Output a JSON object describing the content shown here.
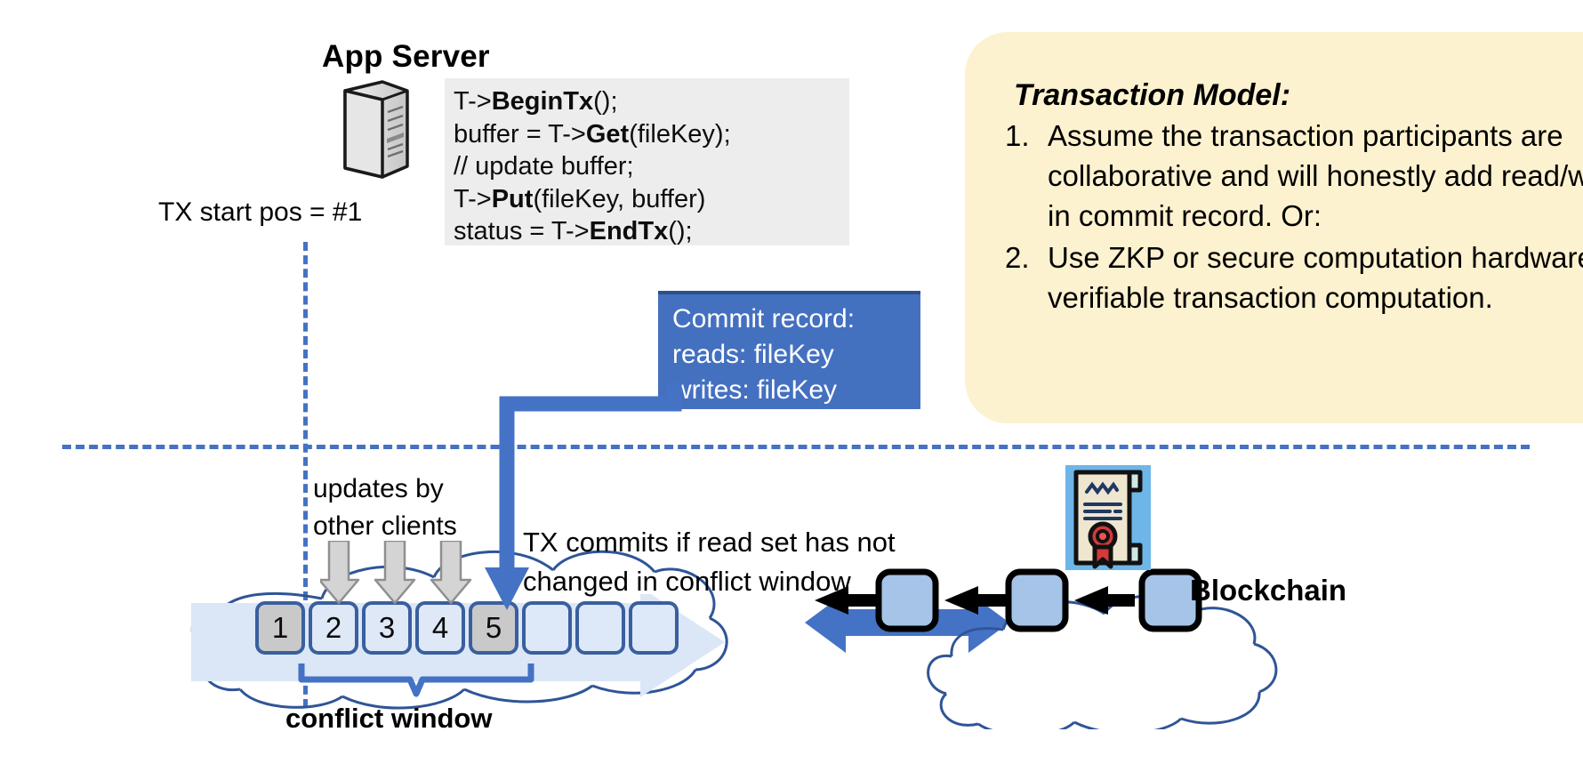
{
  "app_server": {
    "title": "App Server",
    "icon": "server-tower-icon",
    "code_lines": [
      {
        "pre": "T->",
        "bold": "BeginTx",
        "post": "();"
      },
      {
        "pre": "buffer = T->",
        "bold": "Get",
        "post": "(fileKey);"
      },
      {
        "pre": "// update buffer;",
        "bold": "",
        "post": ""
      },
      {
        "pre": "T->",
        "bold": "Put",
        "post": "(fileKey, buffer)"
      },
      {
        "pre": "status = T->",
        "bold": "EndTx",
        "post": "();"
      }
    ]
  },
  "commit_record": {
    "title": "Commit record:",
    "reads": "reads: fileKey",
    "writes": "writes: fileKey",
    "color": "#4470C0",
    "border_color": "#2D4F8A"
  },
  "note": {
    "title": "Transaction Model:",
    "background": "#FDF2CF",
    "items": [
      {
        "num": "1.",
        "text": "Assume the transaction participants are collaborative and will honestly add read/write set in commit record.  Or:"
      },
      {
        "num": "2.",
        "text": "Use ZKP or secure computation hardware for verifiable transaction computation."
      }
    ]
  },
  "labels": {
    "tx_start_pos": "TX start pos = #1",
    "updates_by_other_clients_line1": "updates by",
    "updates_by_other_clients_line2": "other clients",
    "tx_commits_line1": "TX commits if read set has not",
    "tx_commits_line2": "changed in conflict window",
    "conflict_window": "conflict window",
    "blockchain": "Blockchain"
  },
  "ledger": {
    "cells": [
      {
        "label": "1",
        "fill": "gray"
      },
      {
        "label": "2",
        "fill": "blue"
      },
      {
        "label": "3",
        "fill": "blue"
      },
      {
        "label": "4",
        "fill": "blue"
      },
      {
        "label": "5",
        "fill": "gray"
      },
      {
        "label": "",
        "fill": "blue"
      },
      {
        "label": "",
        "fill": "blue"
      },
      {
        "label": "",
        "fill": "blue"
      }
    ]
  },
  "colors": {
    "accent_blue": "#4472C4",
    "dark_blue_outline": "#3A5F9E",
    "cell_blue": "#DEE8F7",
    "cell_gray": "#C9C9C9",
    "code_background": "#EDEDED",
    "seal_red": "#D33A3A",
    "cert_background": "#6FB6E8"
  }
}
